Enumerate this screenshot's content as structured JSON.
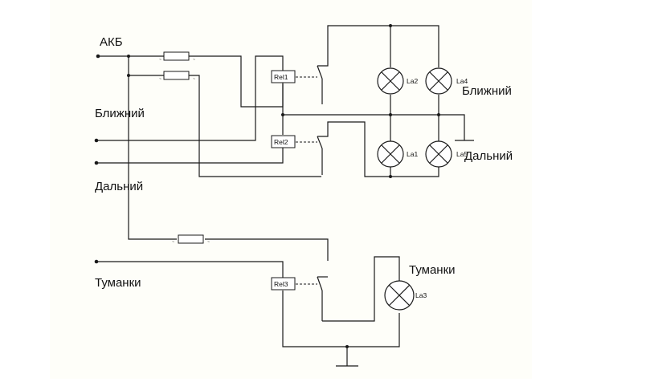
{
  "labels": {
    "akb": "АКБ",
    "blizhniy_left": "Ближний",
    "dalniy_left": "Дальний",
    "tumanki_left": "Туманки",
    "blizhniy_right": "Ближний",
    "dalniy_right": "Дальний",
    "tumanki_right": "Туманки"
  },
  "relays": [
    "Rel1",
    "Rel2",
    "Rel3"
  ],
  "lamps": [
    "La2",
    "La4",
    "La1",
    "La5",
    "La3"
  ]
}
